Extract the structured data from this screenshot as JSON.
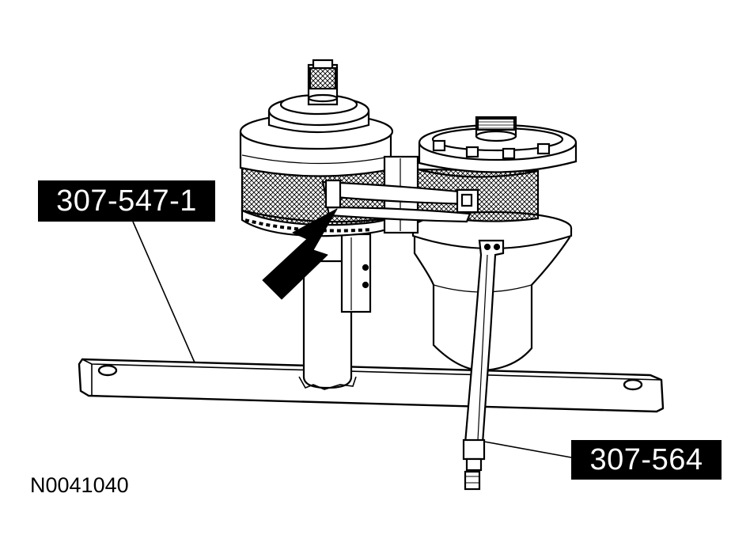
{
  "figure": {
    "id": "N0041040",
    "callouts": [
      {
        "label": "307-547-1",
        "target": "retaining-tool"
      },
      {
        "label": "307-564",
        "target": "holding-tool"
      }
    ],
    "colors": {
      "ink": "#000000",
      "paper": "#ffffff"
    }
  }
}
